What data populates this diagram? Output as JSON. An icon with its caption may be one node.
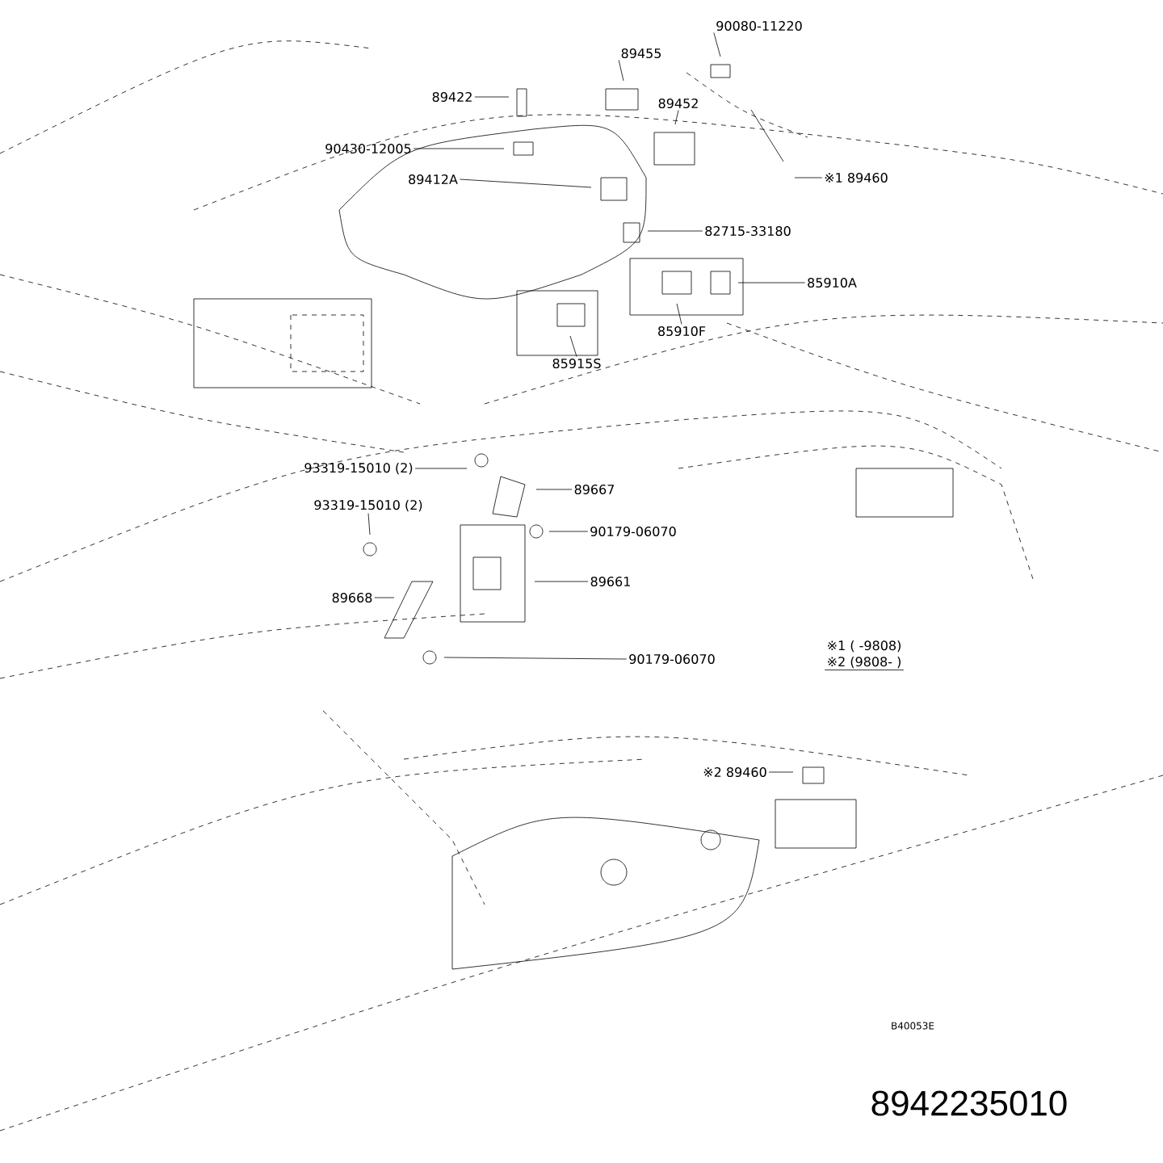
{
  "diagram": {
    "nodes": [
      {
        "text": [
          "90080-11220"
        ]
      },
      {
        "text": [
          "89455"
        ]
      },
      {
        "text": [
          "89422"
        ]
      },
      {
        "text": [
          "89452"
        ]
      },
      {
        "text": [
          "90430-12005"
        ]
      },
      {
        "text": [
          "89412A"
        ]
      },
      {
        "text": [
          "※1 89460"
        ]
      },
      {
        "text": [
          "82715-33180"
        ]
      },
      {
        "text": [
          "85910A"
        ]
      },
      {
        "text": [
          "85910F"
        ]
      },
      {
        "text": [
          "85915S"
        ]
      },
      {
        "text": [
          "93319-15010 (2)"
        ]
      },
      {
        "text": [
          "89667"
        ]
      },
      {
        "text": [
          "93319-15010 (2)"
        ]
      },
      {
        "text": [
          "90179-06070"
        ]
      },
      {
        "text": [
          "89661"
        ]
      },
      {
        "text": [
          "89668"
        ]
      },
      {
        "text": [
          "90179-06070"
        ]
      },
      {
        "text": [
          "※2 89460"
        ]
      }
    ],
    "edges": [
      {
        "from": 0,
        "to": null,
        "arrow": "none"
      },
      {
        "from": 1,
        "to": null,
        "arrow": "none"
      },
      {
        "from": 2,
        "to": null,
        "arrow": "none"
      },
      {
        "from": 3,
        "to": null,
        "arrow": "none"
      },
      {
        "from": 4,
        "to": null,
        "arrow": "none"
      },
      {
        "from": 5,
        "to": null,
        "arrow": "none"
      },
      {
        "from": 6,
        "to": null,
        "arrow": "none"
      },
      {
        "from": 7,
        "to": null,
        "arrow": "none"
      },
      {
        "from": 8,
        "to": null,
        "arrow": "none"
      },
      {
        "from": 9,
        "to": null,
        "arrow": "none"
      },
      {
        "from": 10,
        "to": null,
        "arrow": "none"
      },
      {
        "from": 11,
        "to": null,
        "arrow": "none"
      },
      {
        "from": 12,
        "to": null,
        "arrow": "none"
      },
      {
        "from": 13,
        "to": null,
        "arrow": "none"
      },
      {
        "from": 14,
        "to": null,
        "arrow": "none"
      },
      {
        "from": 15,
        "to": null,
        "arrow": "none"
      },
      {
        "from": 16,
        "to": null,
        "arrow": "none"
      },
      {
        "from": 17,
        "to": null,
        "arrow": "none"
      },
      {
        "from": 18,
        "to": null,
        "arrow": "none"
      }
    ],
    "labels": [
      "※1 (    -9808)",
      "※2 (9808-    )",
      "B40053E",
      "8942235010"
    ]
  }
}
